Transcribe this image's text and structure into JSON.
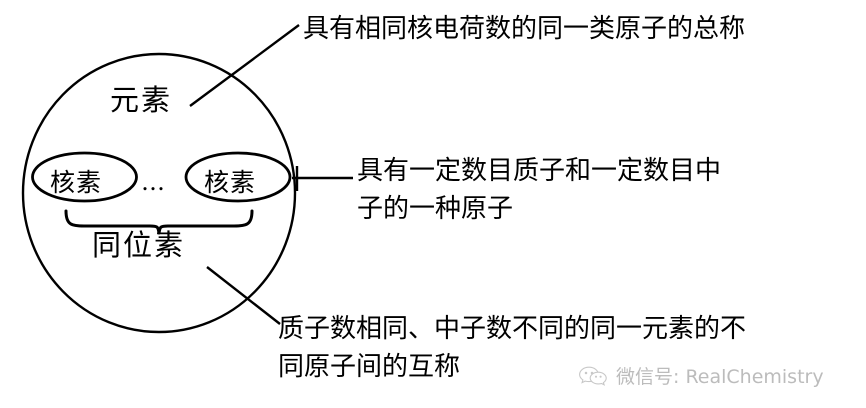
{
  "diagram": {
    "type": "venn-containment",
    "outer_set": {
      "label": "元素",
      "shape": "circle"
    },
    "inner_sets": [
      {
        "label": "核素",
        "shape": "ellipse"
      },
      {
        "label": "核素",
        "shape": "ellipse"
      }
    ],
    "ellipsis": "…",
    "brace_label": "同位素"
  },
  "annotations": {
    "top": "具有相同核电荷数的同一类原子的总称",
    "middle": "具有一定数目质子和一定数目中\n子的一种原子",
    "bottom": "质子数相同、中子数不同的同一元素的不\n同原子间的互称"
  },
  "watermark": {
    "icon": "wechat-icon",
    "text": "微信号: RealChemistry",
    "color": "#bcbcbc"
  },
  "colors": {
    "stroke": "#000000",
    "background": "#ffffff",
    "text": "#000000"
  }
}
